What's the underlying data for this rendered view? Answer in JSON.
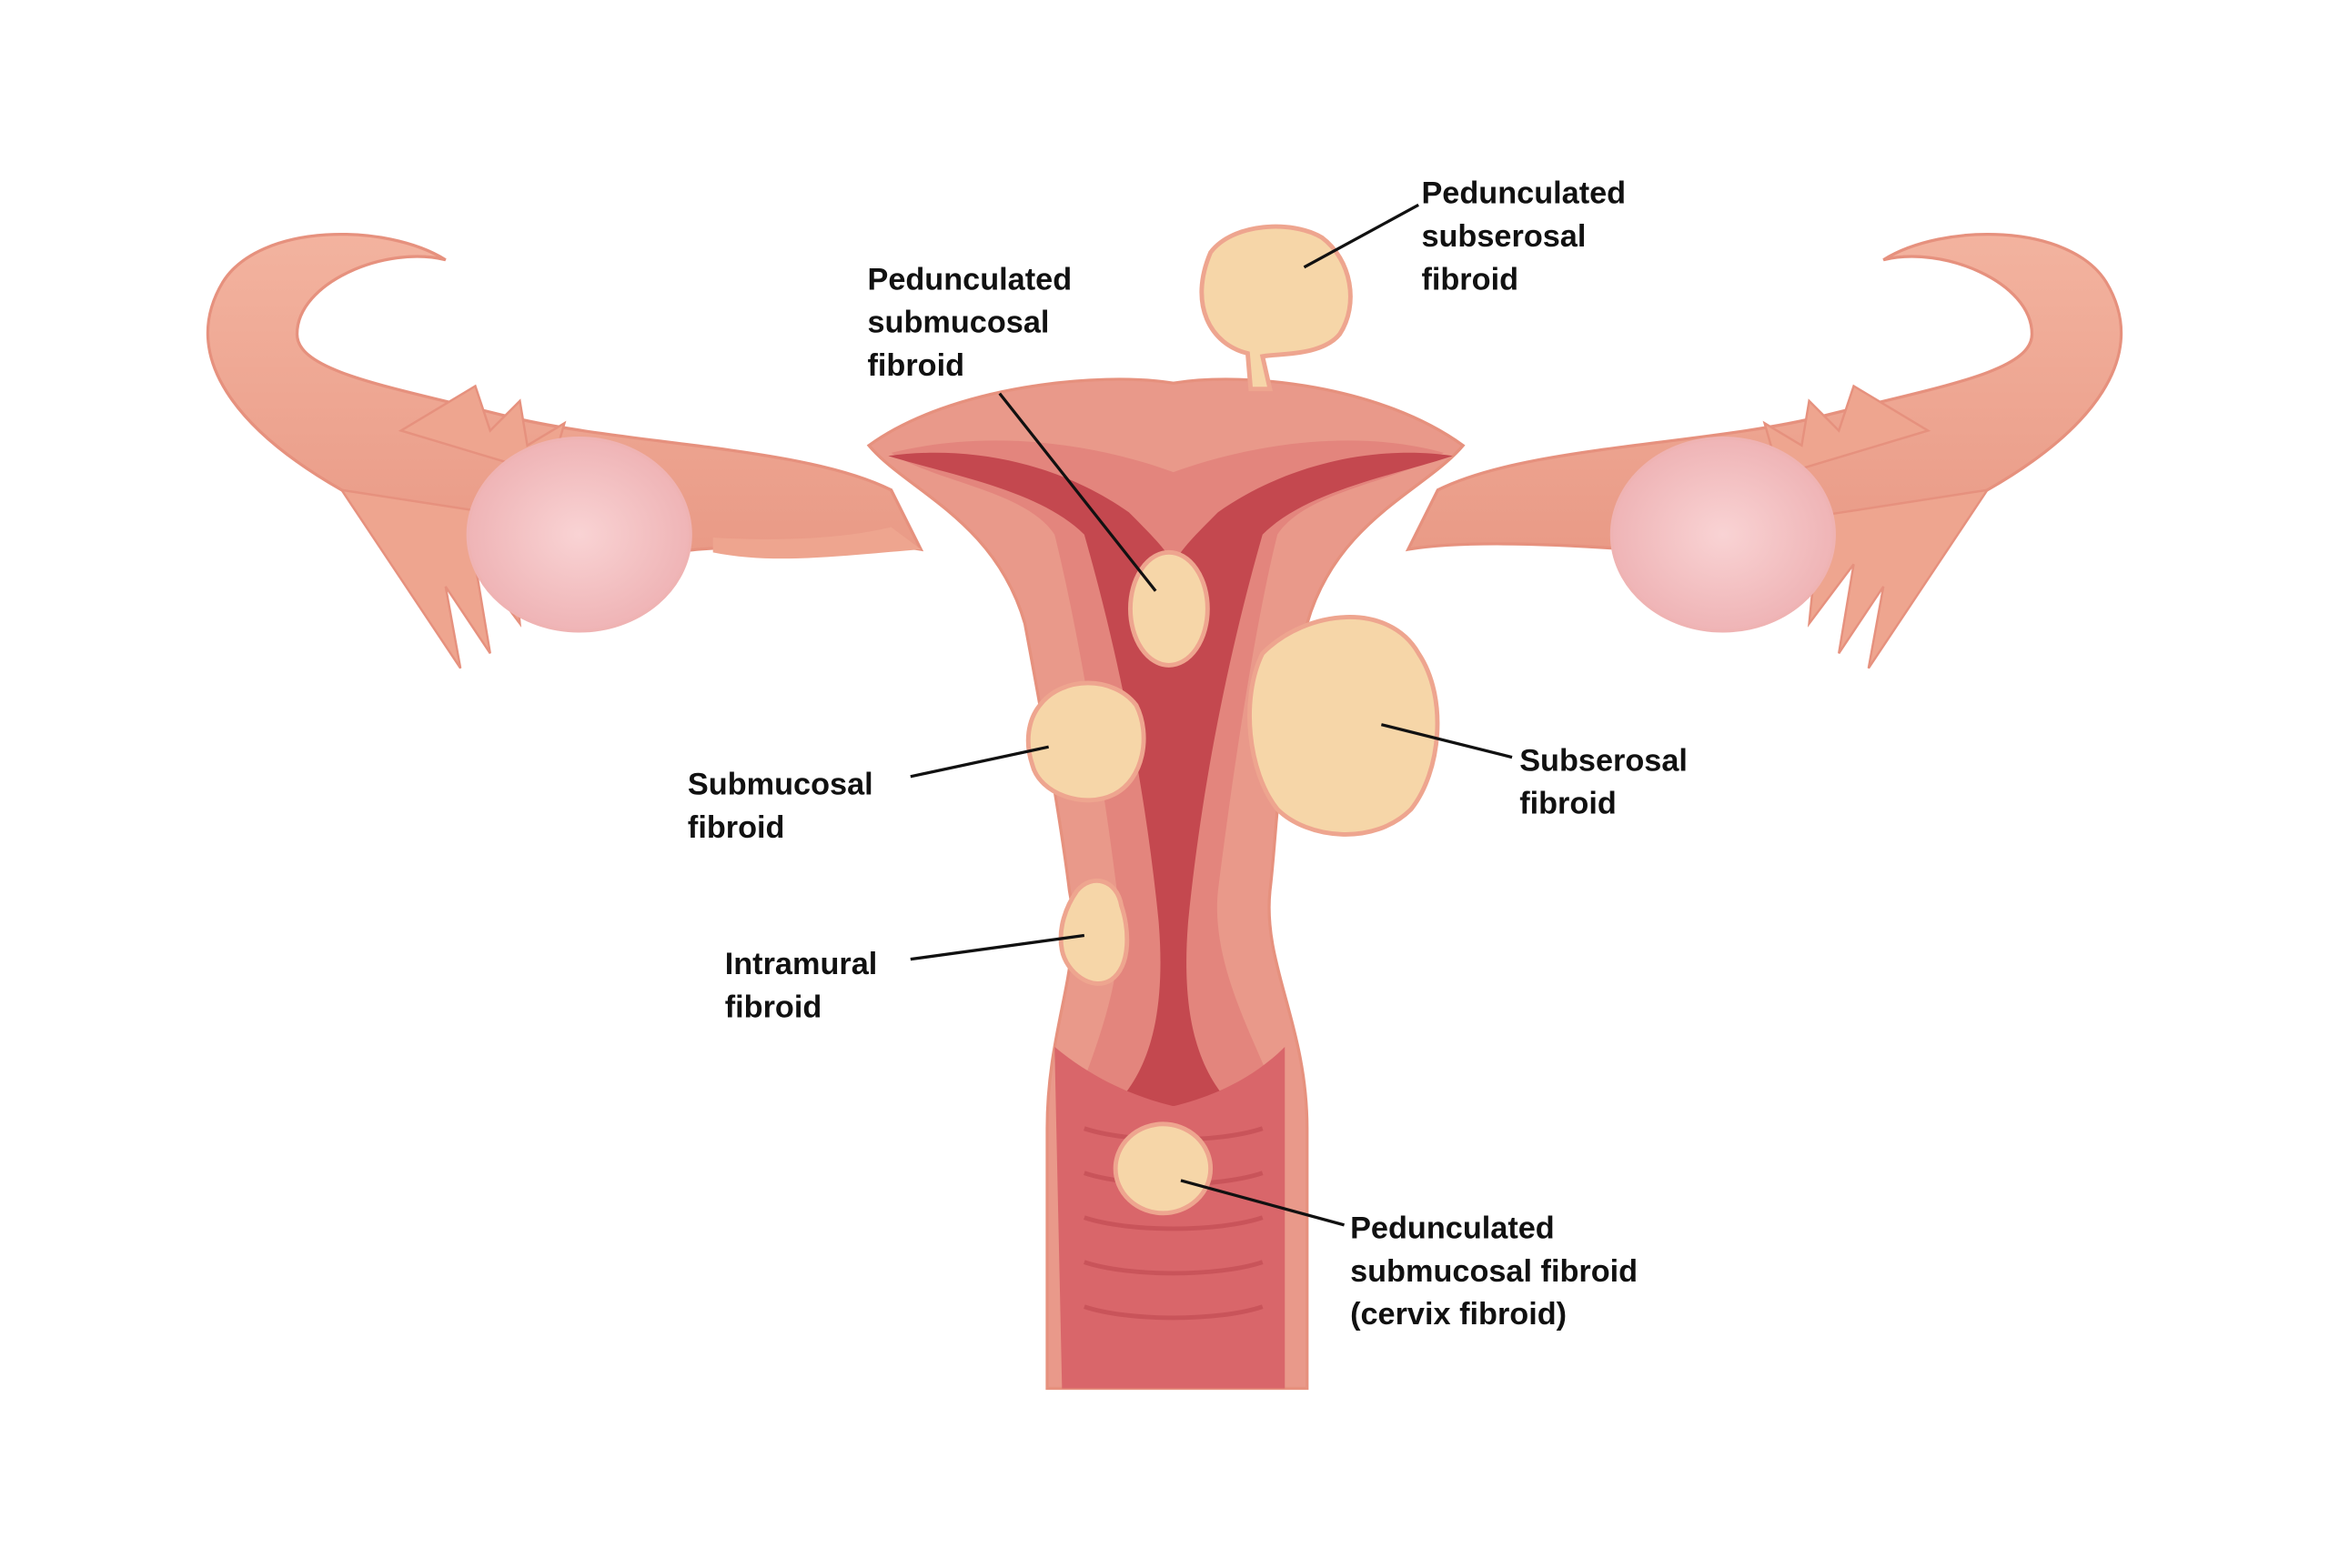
{
  "diagram": {
    "subject": "Uterus with types of fibroids",
    "colors": {
      "background": "#ffffff",
      "tissue_outer": "#eea58f",
      "tissue_wall": "#e2827a",
      "cavity": "#c4484f",
      "ovary": "#f4c2c4",
      "fibroid": "#f6d6a8",
      "label_text": "#111111"
    },
    "labels": [
      {
        "id": "ped-subserosal",
        "lines": [
          "Pedunculated",
          "subserosal",
          "fibroid"
        ]
      },
      {
        "id": "ped-submucosal",
        "lines": [
          "Pedunculated",
          "submucosal",
          "fibroid"
        ]
      },
      {
        "id": "submucosal",
        "lines": [
          "Submucosal",
          "fibroid"
        ]
      },
      {
        "id": "subserosal",
        "lines": [
          "Subserosal",
          "fibroid"
        ]
      },
      {
        "id": "intramural",
        "lines": [
          "Intramural",
          "fibroid"
        ]
      },
      {
        "id": "cervix",
        "lines": [
          "Pedunculated",
          "submucosal fibroid",
          "(cervix fibroid)"
        ]
      }
    ]
  }
}
